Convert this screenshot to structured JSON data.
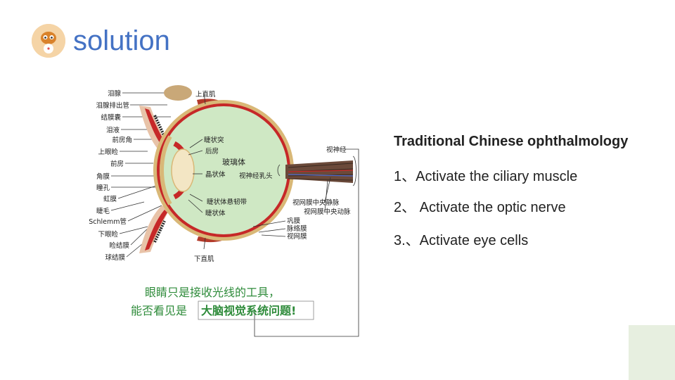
{
  "header": {
    "title": "solution"
  },
  "content": {
    "heading": "Traditional Chinese ophthalmology",
    "items": [
      "1、Activate the ciliary muscle",
      "2、  Activate the optic nerve",
      "3.、Activate eye cells"
    ]
  },
  "diagram": {
    "labels_left": [
      "泪腺",
      "泪腺排出管",
      "结膜囊",
      "泪液",
      "前房角",
      "上眼睑",
      "前房",
      "角膜",
      "瞳孔",
      "虹膜",
      "睫毛",
      "Schlemm管",
      "下眼睑",
      "睑结膜",
      "球结膜"
    ],
    "labels_inner": {
      "superior_rectus": "上直肌",
      "ciliary_process": "睫状突",
      "posterior_chamber": "后房",
      "vitreous": "玻璃体",
      "lens": "晶状体",
      "optic_disc": "视神经乳头",
      "zonule": "睫状体悬韧带",
      "ciliary_body": "睫状体",
      "inferior_rectus": "下直肌"
    },
    "labels_right": {
      "optic_nerve": "视神经",
      "retinal_vein": "视网膜中央静脉",
      "retinal_artery": "视网膜中央动脉",
      "sclera": "巩膜",
      "choroid": "脉络膜",
      "retina": "视网膜"
    },
    "caption_line1": "眼睛只是接收光线的工具，",
    "caption_line2_prefix": "能否看见是",
    "caption_line2_box": "大脑视觉系统问题!"
  },
  "colors": {
    "title": "#4472c4",
    "caption": "#2e8b3a",
    "vitreous": "#cfe8c4",
    "sclera_red": "#c62828"
  }
}
